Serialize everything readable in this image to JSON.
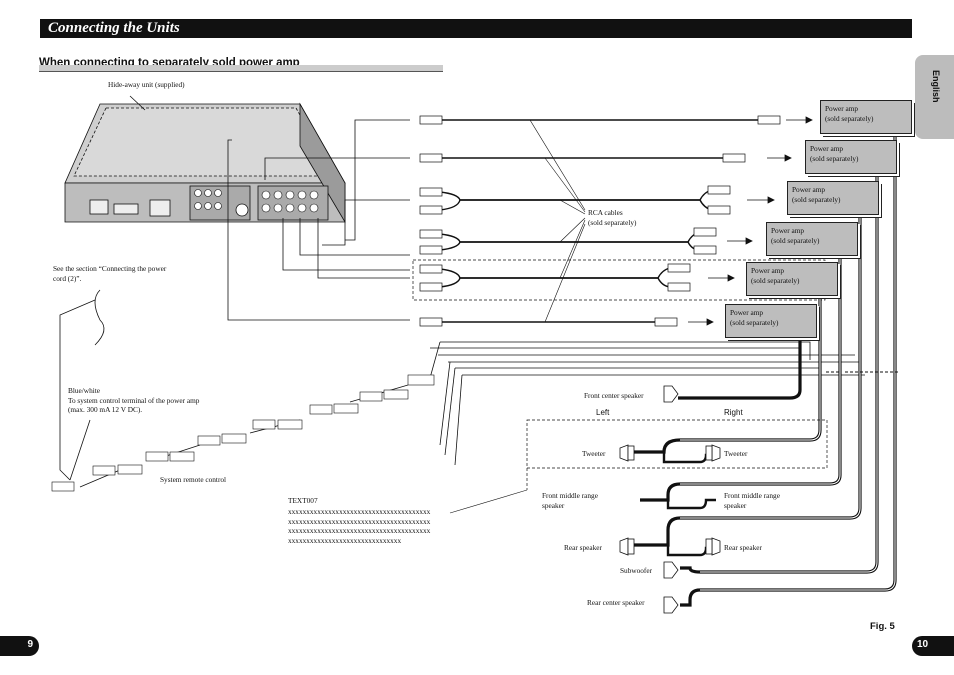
{
  "header": {
    "title": "Connecting the Units"
  },
  "section": {
    "heading": "When connecting to separately sold power amp"
  },
  "side_tab": {
    "language": "English"
  },
  "footer": {
    "page_left": "9",
    "page_right": "10",
    "figure": "Fig. 5"
  },
  "labels": {
    "hide_away_unit": "Hide-away unit (supplied)",
    "rca_cables_line1": "RCA cables",
    "rca_cables_line2": "(sold separately)",
    "power_cord_note_line1": "See the section “Connecting the power",
    "power_cord_note_line2": "cord (2)”.",
    "blue_white_line1": "Blue/white",
    "blue_white_line2": "To system control terminal of the power amp",
    "blue_white_line3": "(max. 300 mA 12 V DC).",
    "system_remote": "System remote control",
    "text_code": "TEXT007",
    "text_lines": [
      "xxxxxxxxxxxxxxxxxxxxxxxxxxxxxxxxxxxxxxx",
      "xxxxxxxxxxxxxxxxxxxxxxxxxxxxxxxxxxxxxxx",
      "xxxxxxxxxxxxxxxxxxxxxxxxxxxxxxxxxxxxxxx",
      "xxxxxxxxxxxxxxxxxxxxxxxxxxxxxxx"
    ]
  },
  "power_amps": [
    {
      "label": "Power amp\n(sold separately)"
    },
    {
      "label": "Power amp\n(sold separately)"
    },
    {
      "label": "Power amp\n(sold separately)"
    },
    {
      "label": "Power amp\n(sold separately)"
    },
    {
      "label": "Power amp\n(sold separately)"
    },
    {
      "label": "Power amp\n(sold separately)"
    }
  ],
  "speakers": {
    "front_center": "Front center speaker",
    "left": "Left",
    "right": "Right",
    "tweeter_left": "Tweeter",
    "tweeter_right": "Tweeter",
    "front_mid_left_line1": "Front middle range",
    "front_mid_left_line2": "speaker",
    "front_mid_right_line1": "Front middle range",
    "front_mid_right_line2": "speaker",
    "rear_left": "Rear speaker",
    "rear_right": "Rear speaker",
    "subwoofer": "Subwoofer",
    "rear_center": "Rear center speaker"
  }
}
